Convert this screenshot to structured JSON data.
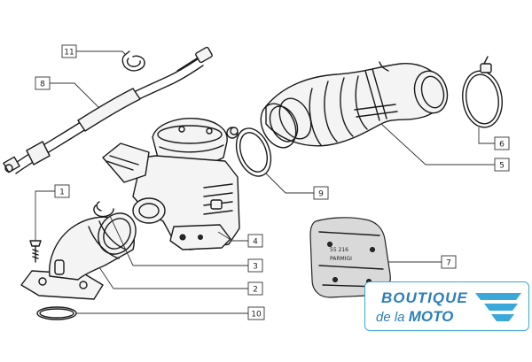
{
  "callouts": [
    {
      "id": "1",
      "label": "1"
    },
    {
      "id": "2",
      "label": "2"
    },
    {
      "id": "3",
      "label": "3"
    },
    {
      "id": "4",
      "label": "4"
    },
    {
      "id": "5",
      "label": "5"
    },
    {
      "id": "6",
      "label": "6"
    },
    {
      "id": "7",
      "label": "7"
    },
    {
      "id": "8",
      "label": "8"
    },
    {
      "id": "9",
      "label": "9"
    },
    {
      "id": "10",
      "label": "10"
    },
    {
      "id": "11",
      "label": "11"
    }
  ],
  "gasket_marking": {
    "line1": "55 216",
    "line2": "PARMIGI"
  },
  "logo": {
    "line1": "BOUTIQUE",
    "line2_prefix": "de la",
    "line2_bold": "MOTO",
    "color": "#2c7fb8",
    "accent": "#3aa8d8"
  }
}
